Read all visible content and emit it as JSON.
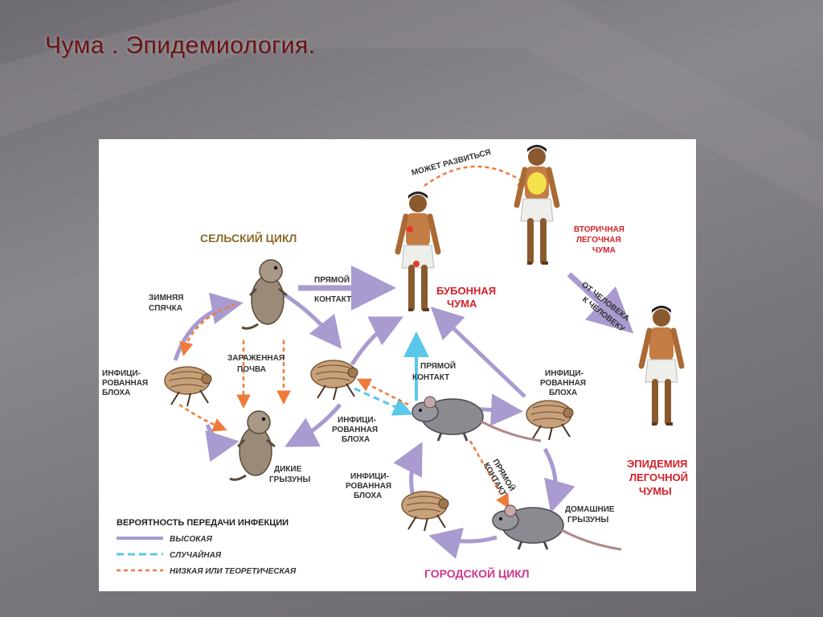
{
  "slide": {
    "title": "Чума . Эпидемиология."
  },
  "diagram": {
    "rural_cycle": "СЕЛЬСКИЙ ЦИКЛ",
    "urban_cycle": "ГОРОДСКОЙ ЦИКЛ",
    "hibernation": [
      "ЗИМНЯЯ",
      "СПЯЧКА"
    ],
    "infected_soil": [
      "ЗАРАЖЕННАЯ",
      "ПОЧВА"
    ],
    "infected_flea": [
      "ИНФИЦИ-",
      "РОВАННАЯ",
      "БЛОХА"
    ],
    "wild_rodents": [
      "ДИКИЕ",
      "ГРЫЗУНЫ"
    ],
    "domestic_rodents": [
      "ДОМАШНИЕ",
      "ГРЫЗУНЫ"
    ],
    "direct_contact": [
      "ПРЯМОЙ",
      "КОНТАКТ"
    ],
    "bubonic_plague": [
      "БУБОННАЯ",
      "ЧУМА"
    ],
    "may_develop": "МОЖЕТ РАЗВИТЬСЯ",
    "secondary_pneumonic": [
      "ВТОРИЧНАЯ",
      "ЛЕГОЧНАЯ",
      "ЧУМА"
    ],
    "person_to_person": [
      "ОТ ЧЕЛОВЕКА",
      "К ЧЕЛОВЕКУ"
    ],
    "pneumonic_epidemic": [
      "ЭПИДЕМИЯ",
      "ЛЕГОЧНОЙ",
      "ЧУМЫ"
    ],
    "legend": {
      "title": "ВЕРОЯТНОСТЬ ПЕРЕДАЧИ ИНФЕКЦИИ",
      "items": [
        {
          "label": "ВЫСОКАЯ",
          "color": "#a99ad0"
        },
        {
          "label": "СЛУЧАЙНАЯ",
          "color": "#5bc8ea"
        },
        {
          "label": "НИЗКАЯ ИЛИ ТЕОРЕТИЧЕСКАЯ",
          "color": "#ef7a3a"
        }
      ]
    },
    "colors": {
      "brown_title": "#8b6a2a",
      "red_title": "#d4202a",
      "pink_title": "#d0358c"
    }
  }
}
